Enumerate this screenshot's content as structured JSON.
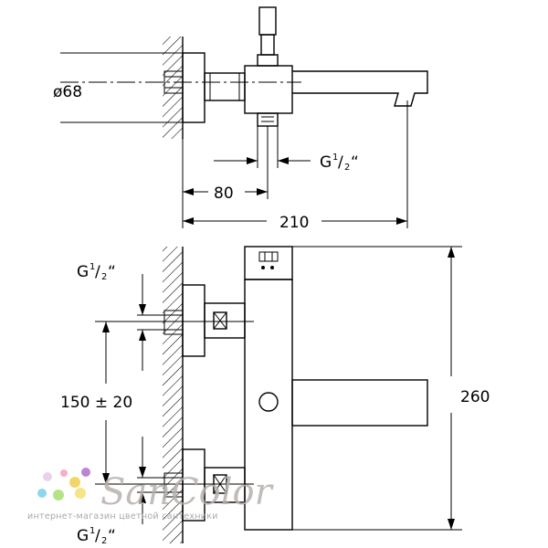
{
  "labels": {
    "diameter": "ø68",
    "dim_80": "80",
    "dim_210": "210",
    "dim_260": "260",
    "dim_150": "150 ± 20",
    "thread_prefix": "G",
    "thread_num": "1",
    "thread_den": "2",
    "thread_suffix": "“"
  },
  "watermark": {
    "brand": "SanColor",
    "tagline": "интернет-магазин цветной сантехники",
    "dot_colors": [
      "#e8c8e8",
      "#f3a0c0",
      "#f2d050",
      "#7ad0e8",
      "#a8e070",
      "#f5e070",
      "#b070d0"
    ]
  }
}
